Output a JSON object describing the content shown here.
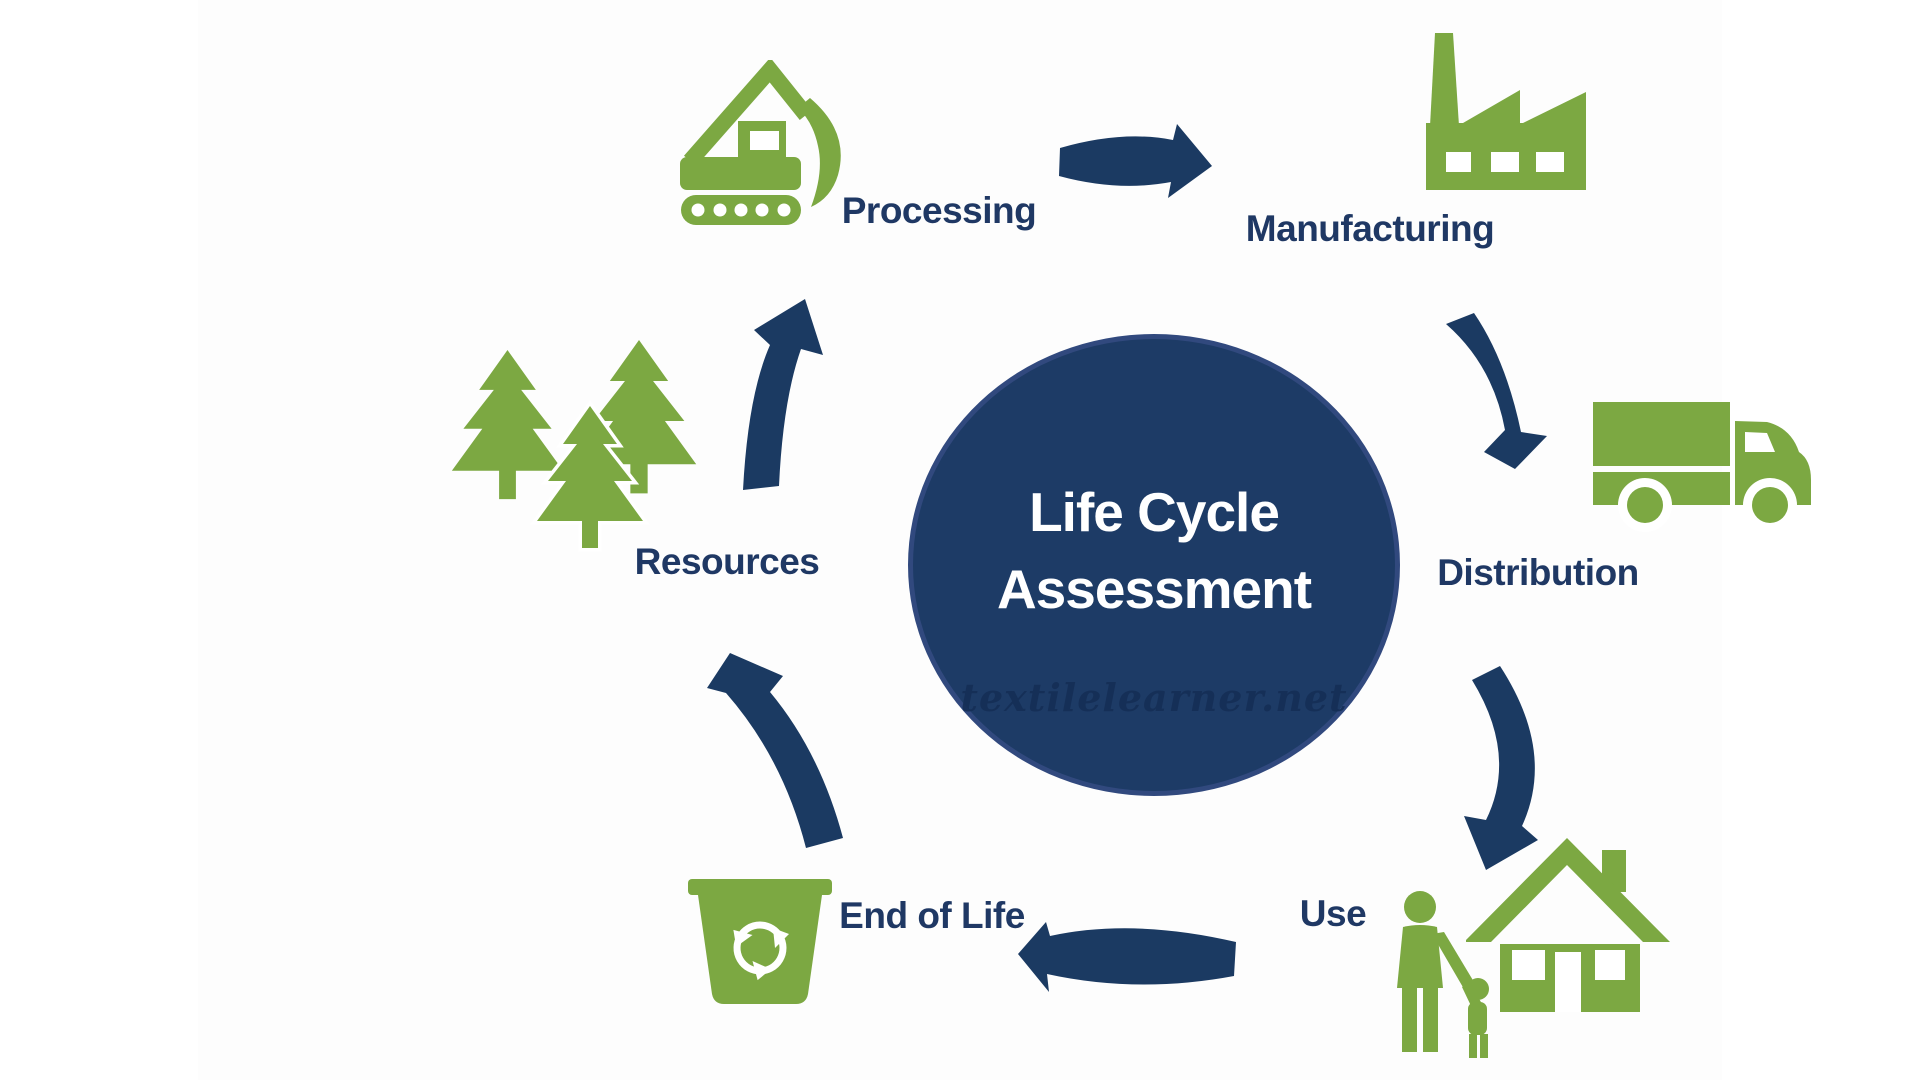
{
  "colors": {
    "green": "#7CA842",
    "navy": "#1B3A62",
    "circle_fill": "#1D3B66",
    "circle_border": "#31497E",
    "label_text": "#1F3864",
    "watermark_text": "#152E56"
  },
  "diagram": {
    "center": {
      "line1": "Life Cycle",
      "line2": "Assessment",
      "watermark": "textilelearner.net"
    },
    "stages": [
      {
        "label": "Processing",
        "icon": "excavator-icon"
      },
      {
        "label": "Manufacturing",
        "icon": "factory-icon"
      },
      {
        "label": "Distribution",
        "icon": "delivery-truck-icon"
      },
      {
        "label": "Use",
        "icon": "person-child-icon and house-icon"
      },
      {
        "label": "End of Life",
        "icon": "recycle-bin-icon"
      },
      {
        "label": "Resources",
        "icon": "pine-trees-icon"
      }
    ]
  }
}
